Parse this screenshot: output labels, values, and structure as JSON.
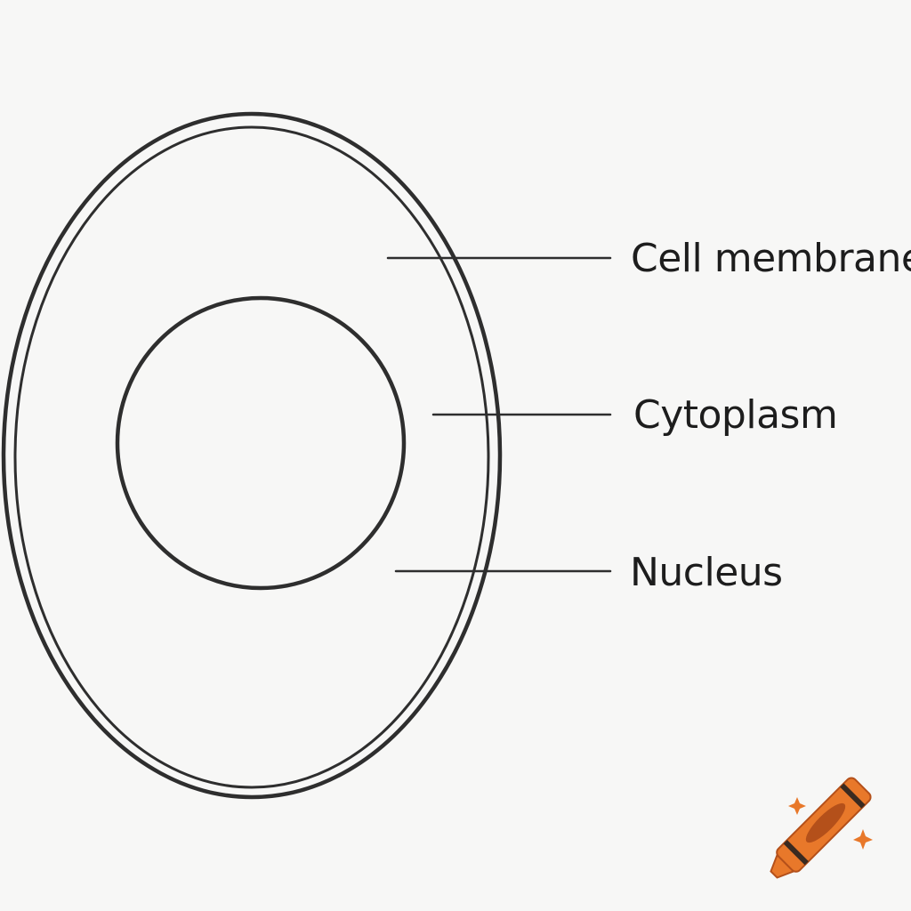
{
  "labels": {
    "membrane": "Cell membrane",
    "cytoplasm": "Cytoplasm",
    "nucleus": "Nucleus"
  },
  "colors": {
    "background": "#f7f7f6",
    "ink": "#2e2e2e",
    "crayon_body": "#e8782a",
    "crayon_dark": "#b4501a",
    "crayon_bands": "#3a2a20",
    "sparkle": "#e8782a"
  },
  "icons": {
    "logo": "crayon-icon",
    "sparkles": "sparkle-icon"
  }
}
